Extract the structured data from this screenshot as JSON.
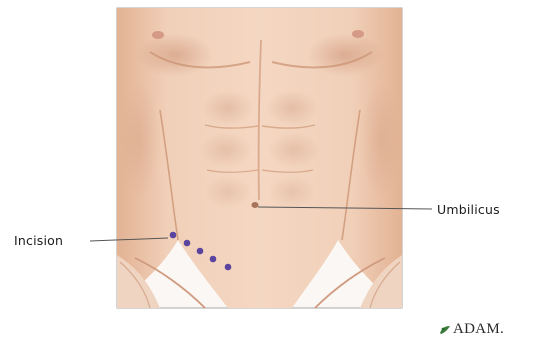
{
  "labels": {
    "umbilicus": "Umbilicus",
    "incision": "Incision"
  },
  "logo": {
    "text": "ADAM.",
    "icon": "adam-logo-icon"
  },
  "colors": {
    "skin": "#eec9b0",
    "skin_shadow": "#d9a88a",
    "incision_marks": "#5a44a0",
    "leader_line": "#555555",
    "frame": "#a8a8a8"
  },
  "incision_marks_count": 5
}
